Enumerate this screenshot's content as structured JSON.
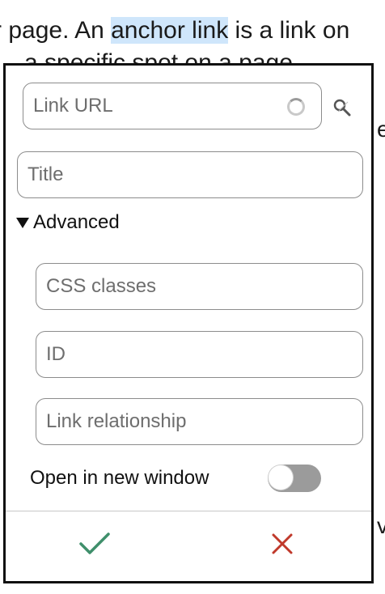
{
  "background": {
    "line1_before": "r page. An ",
    "line1_highlight": "anchor link",
    "line1_after": " is a link on",
    "line2": "a specific spot on a page"
  },
  "dialog": {
    "link_url_placeholder": "Link URL",
    "title_placeholder": "Title",
    "advanced_label": "Advanced",
    "css_classes_placeholder": "CSS classes",
    "id_placeholder": "ID",
    "link_relationship_placeholder": "Link relationship",
    "open_new_window_label": "Open in new window",
    "open_new_window_on": false
  },
  "icons": {
    "search": "search-icon",
    "loading": "spinner-icon",
    "confirm": "checkmark-icon",
    "cancel": "close-icon"
  },
  "colors": {
    "confirm": "#3f8f6b",
    "cancel": "#c0392b",
    "highlight": "#cfe6fb",
    "toggle_off": "#9b9b9b"
  }
}
